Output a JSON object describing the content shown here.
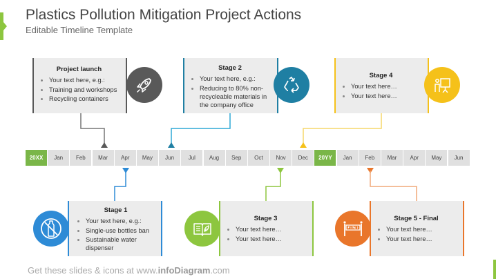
{
  "header": {
    "title": "Plastics Pollution Mitigation Project Actions",
    "subtitle": "Editable Timeline Template"
  },
  "timeline": {
    "cells": [
      "20XX",
      "Jan",
      "Feb",
      "Mar",
      "Apr",
      "May",
      "Jun",
      "Jul",
      "Aug",
      "Sep",
      "Oct",
      "Nov",
      "Dec",
      "20YY",
      "Jan",
      "Feb",
      "Mar",
      "Apr",
      "May",
      "Jun"
    ]
  },
  "stages": [
    {
      "title": "Project  launch",
      "items": [
        "Your text here, e.g.:",
        "Training and workshops",
        "Recycling containers"
      ],
      "color": "#595959",
      "icon": "rocket-icon"
    },
    {
      "title": "Stage 1",
      "items": [
        "Your text here, e.g.:",
        "Single-use bottles ban",
        "Sustainable water dispenser"
      ],
      "color": "#2e8bd6",
      "icon": "no-plastic-bottle-icon"
    },
    {
      "title": "Stage 2",
      "items": [
        "Your text here, e.g.:",
        "Reducing to 80% non-recycleable materials in the company office"
      ],
      "color": "#1f7fa3",
      "icon": "recycle-icon"
    },
    {
      "title": "Stage 3",
      "items": [
        "Your text here…",
        "Your text here…"
      ],
      "color": "#8dc63f",
      "icon": "book-leaf-icon"
    },
    {
      "title": "Stage 4",
      "items": [
        "Your text here…",
        "Your text here…"
      ],
      "color": "#f5c11a",
      "icon": "presentation-icon"
    },
    {
      "title": "Stage 5 - Final",
      "items": [
        "Your text here…",
        "Your text here…"
      ],
      "color": "#e9762b",
      "icon": "finish-line-icon"
    }
  ],
  "footer": {
    "prefix": "Get these slides & icons at www.",
    "brand": "infoDiagram",
    "suffix": ".com"
  }
}
